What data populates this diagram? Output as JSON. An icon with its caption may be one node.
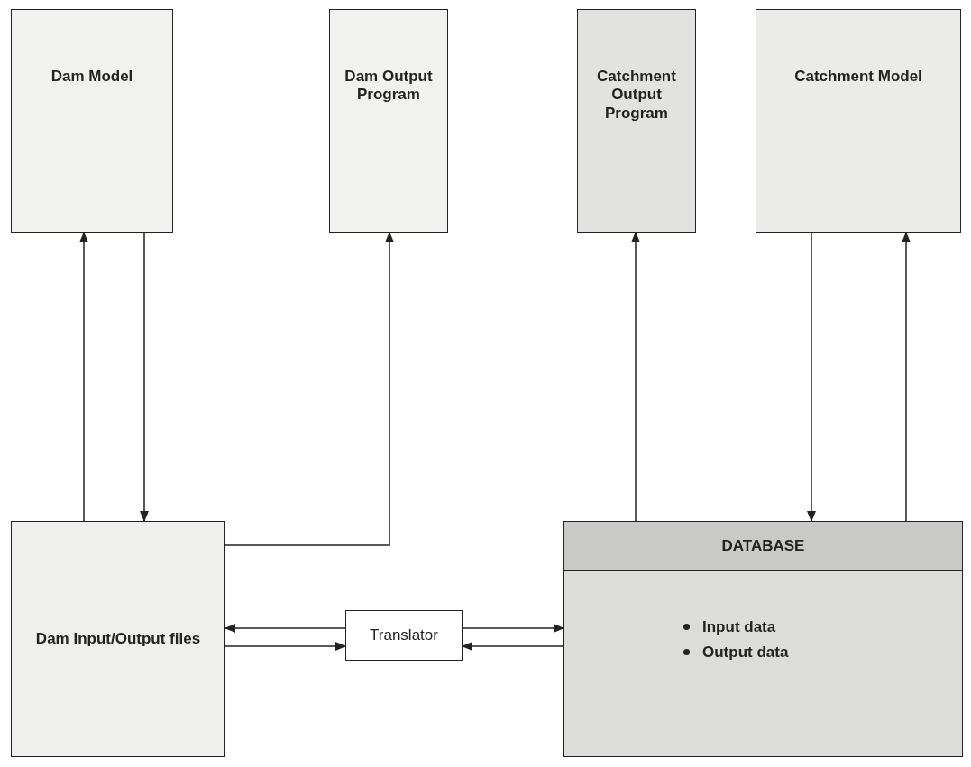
{
  "diagram": {
    "nodes": [
      {
        "text": [
          "Dam Model"
        ]
      },
      {
        "text": [
          "Dam Output Program"
        ]
      },
      {
        "text": [
          "Catchment Output Program"
        ]
      },
      {
        "text": [
          "Catchment Model"
        ]
      },
      {
        "text": [
          "Dam Input/Output files"
        ]
      },
      {
        "text": [
          "Translator"
        ]
      },
      {
        "text": [
          "DATABASE",
          "Input data",
          "Output data"
        ]
      }
    ],
    "edges": [
      {
        "from": 4,
        "to": 0,
        "arrow": "to"
      },
      {
        "from": 0,
        "to": 4,
        "arrow": "to"
      },
      {
        "from": 4,
        "to": 1,
        "arrow": "to"
      },
      {
        "from": 6,
        "to": 2,
        "arrow": "to"
      },
      {
        "from": 3,
        "to": 6,
        "arrow": "to"
      },
      {
        "from": 6,
        "to": 3,
        "arrow": "to"
      },
      {
        "from": 5,
        "to": 4,
        "arrow": "to"
      },
      {
        "from": 5,
        "to": 6,
        "arrow": "to"
      },
      {
        "from": 4,
        "to": 5,
        "arrow": "to"
      },
      {
        "from": 6,
        "to": 5,
        "arrow": "to"
      }
    ]
  }
}
